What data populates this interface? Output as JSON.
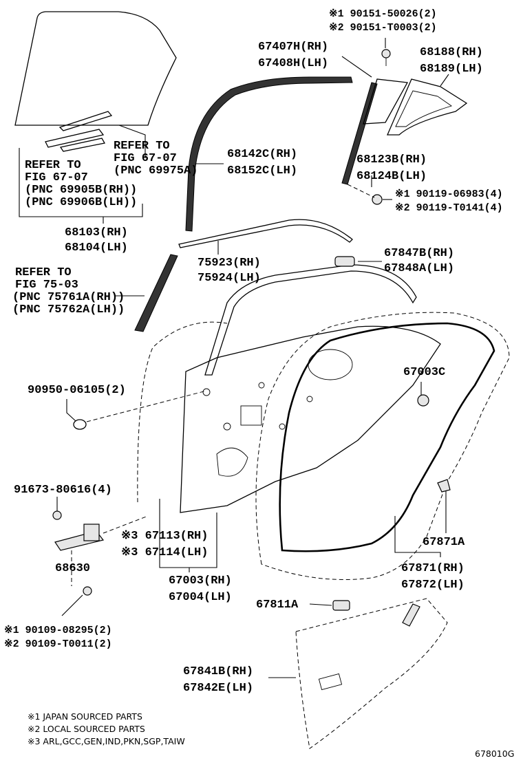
{
  "labels": {
    "l1": "※1 90151-50026(2)",
    "l2": "※2 90151-T0003(2)",
    "l3": "67407H(RH)",
    "l4": "67408H(LH)",
    "l5": "68188(RH)",
    "l6": "68189(LH)",
    "l7": "REFER TO",
    "l8": "FIG 67-07",
    "l9": "(PNC 69975A)",
    "l10": "68142C(RH)",
    "l11": "68152C(LH)",
    "l12": "REFER TO",
    "l13": "FIG 67-07",
    "l14": "(PNC 69905B(RH))",
    "l15": "(PNC 69906B(LH))",
    "l16": "68123B(RH)",
    "l17": "68124B(LH)",
    "l18": "※1 90119-06983(4)",
    "l19": "※2 90119-T0141(4)",
    "l20": "68103(RH)",
    "l21": "68104(LH)",
    "l22": "75923(RH)",
    "l23": "75924(LH)",
    "l24": "67847B(RH)",
    "l25": "67848A(LH)",
    "l26": "REFER TO",
    "l27": "FIG 75-03",
    "l28": "(PNC 75761A(RH))",
    "l29": "(PNC 75762A(LH))",
    "l30": "67003C",
    "l31": "90950-06105(2)",
    "l32": "91673-80616(4)",
    "l33": "※3 67113(RH)",
    "l34": "※3 67114(LH)",
    "l35": "67871A",
    "l36": "68630",
    "l37": "67003(RH)",
    "l38": "67004(LH)",
    "l39": "67871(RH)",
    "l40": "67872(LH)",
    "l41": "67811A",
    "l42": "※1 90109-08295(2)",
    "l43": "※2 90109-T0011(2)",
    "l44": "67841B(RH)",
    "l45": "67842E(LH)"
  },
  "notes": {
    "n1": "※1 JAPAN SOURCED PARTS",
    "n2": "※2 LOCAL SOURCED PARTS",
    "n3": "※3 ARL,GCC,GEN,IND,PKN,SGP,TAIW"
  },
  "figure_code": "678010G"
}
